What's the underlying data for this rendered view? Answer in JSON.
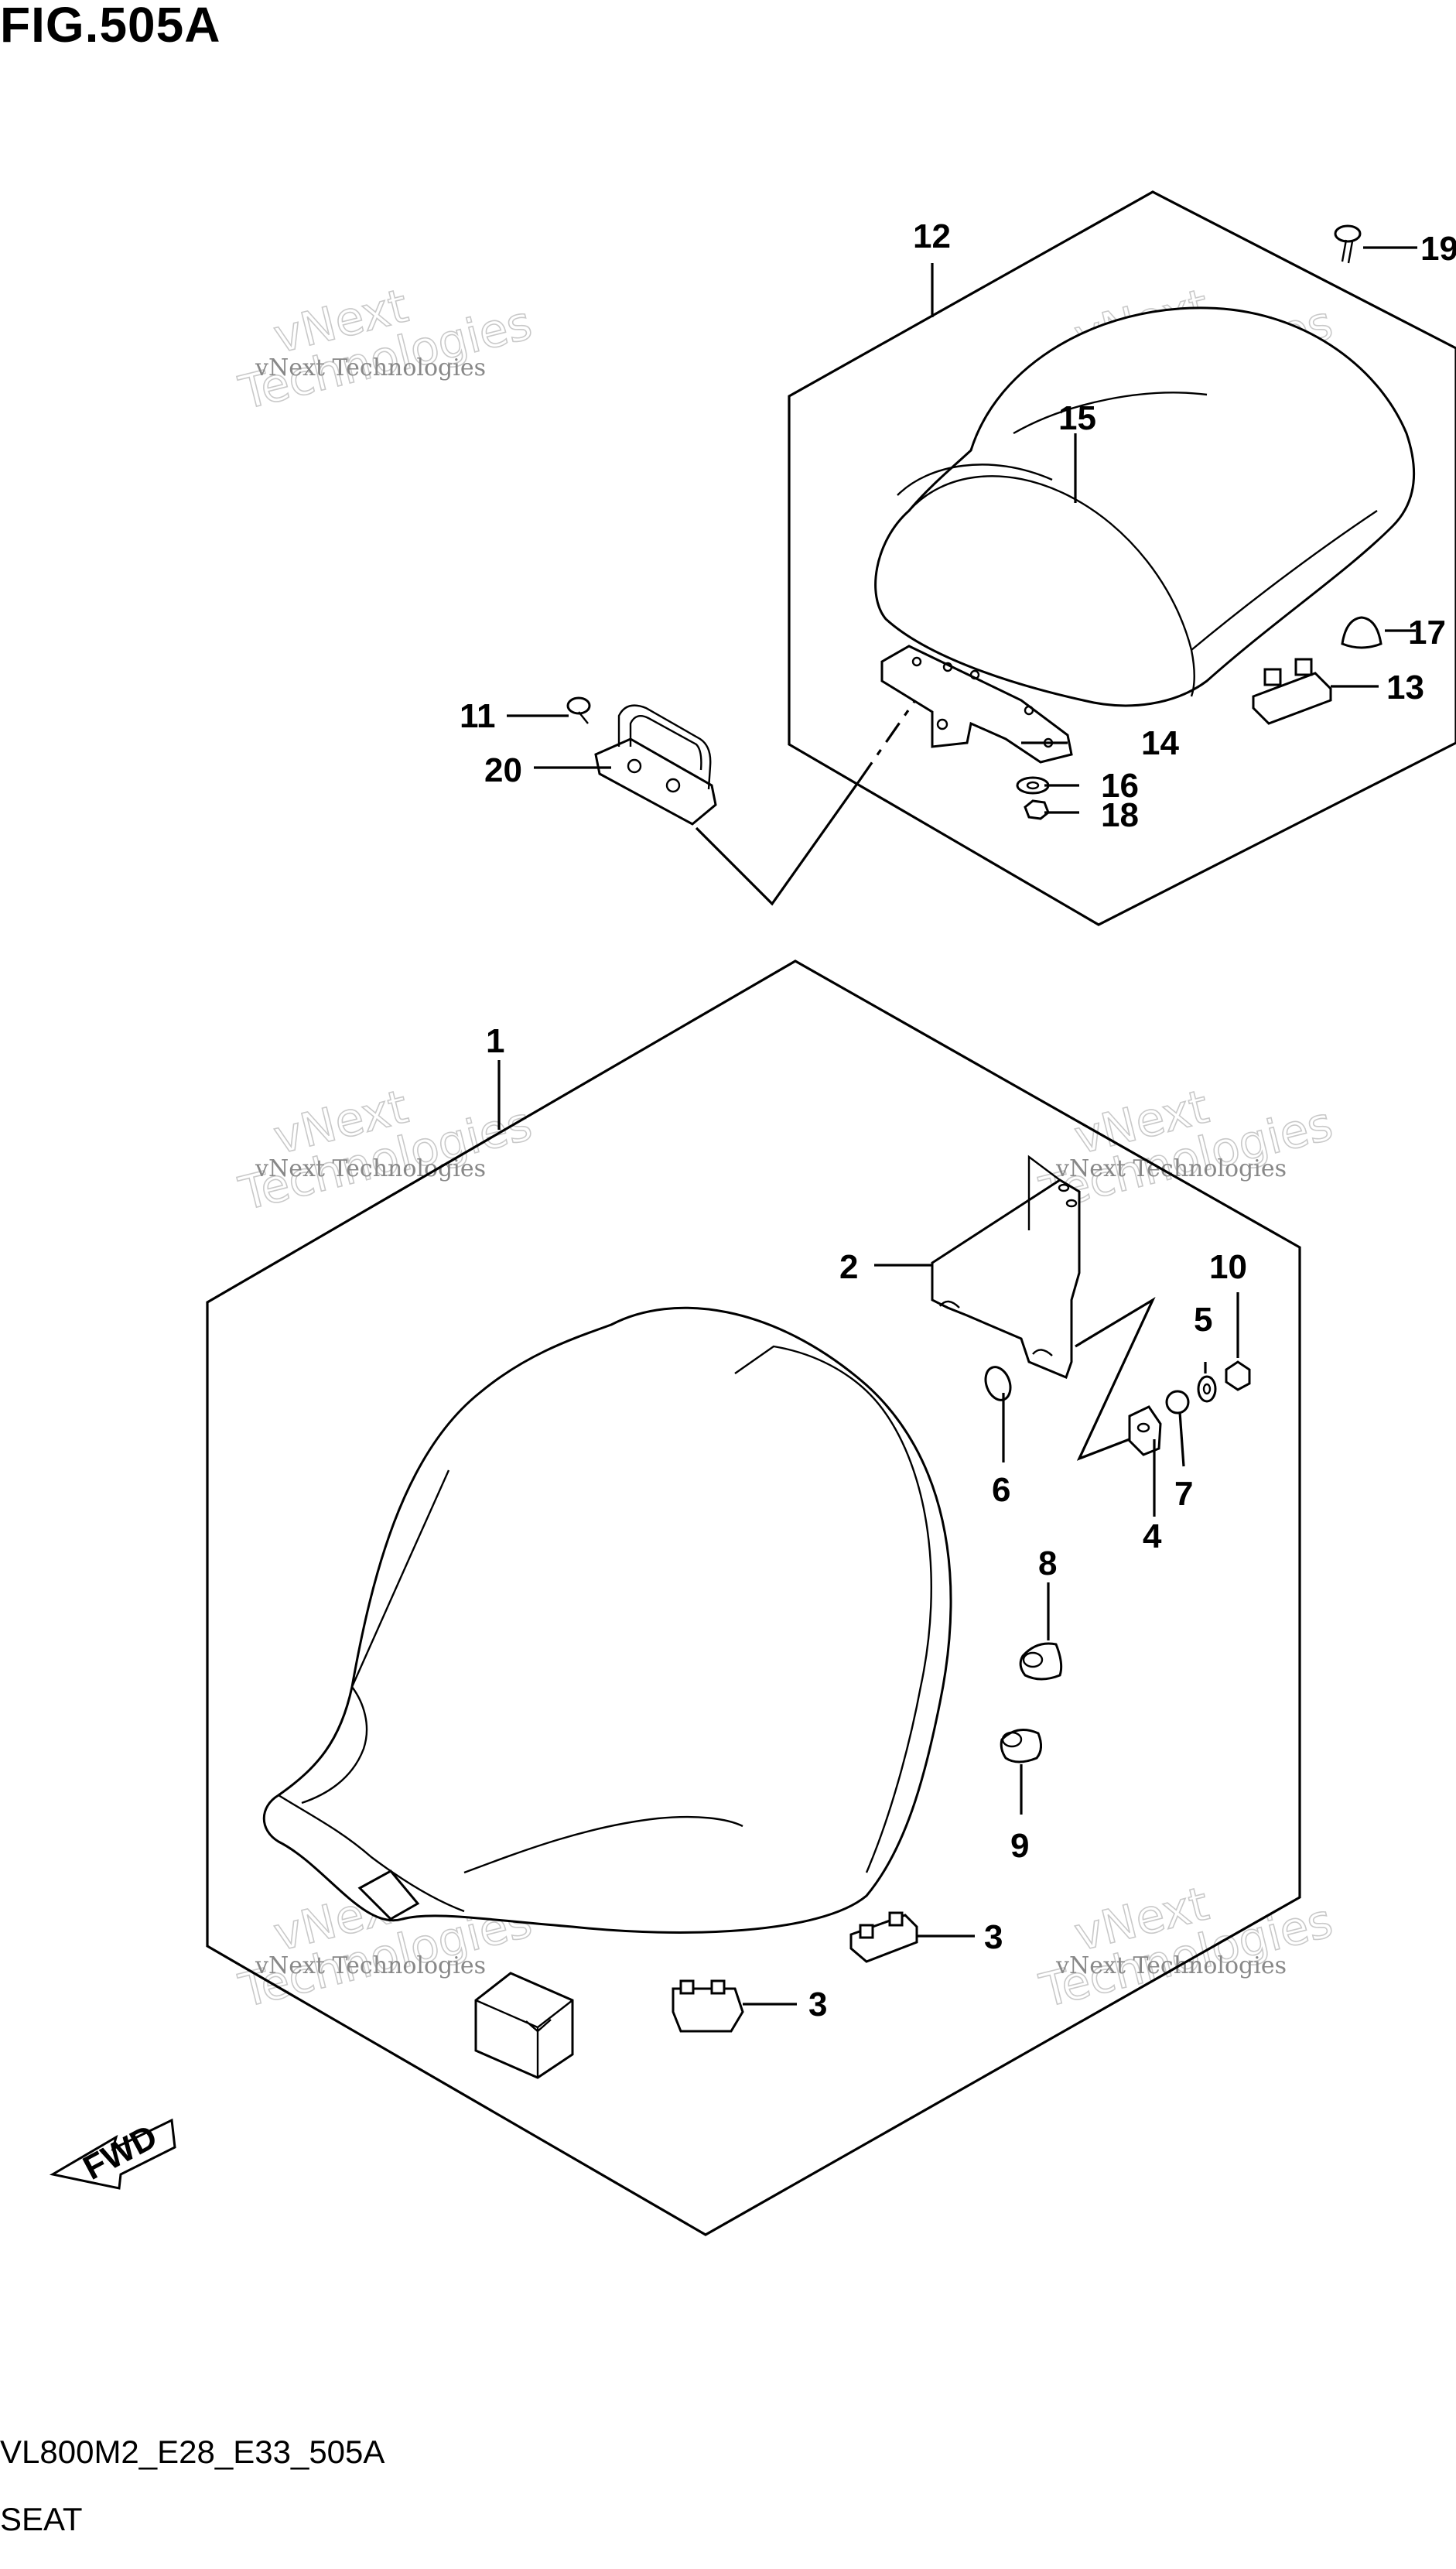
{
  "figure": {
    "title": "FIG.505A",
    "code": "VL800M2_E28_E33_505A",
    "name": "SEAT"
  },
  "callouts": [
    {
      "id": "1",
      "label": "1"
    },
    {
      "id": "2",
      "label": "2"
    },
    {
      "id": "3a",
      "label": "3"
    },
    {
      "id": "3b",
      "label": "3"
    },
    {
      "id": "4",
      "label": "4"
    },
    {
      "id": "5",
      "label": "5"
    },
    {
      "id": "6",
      "label": "6"
    },
    {
      "id": "7",
      "label": "7"
    },
    {
      "id": "8",
      "label": "8"
    },
    {
      "id": "9",
      "label": "9"
    },
    {
      "id": "10",
      "label": "10"
    },
    {
      "id": "11",
      "label": "11"
    },
    {
      "id": "12",
      "label": "12"
    },
    {
      "id": "13",
      "label": "13"
    },
    {
      "id": "14",
      "label": "14"
    },
    {
      "id": "15",
      "label": "15"
    },
    {
      "id": "16",
      "label": "16"
    },
    {
      "id": "17",
      "label": "17"
    },
    {
      "id": "18",
      "label": "18"
    },
    {
      "id": "19",
      "label": "19"
    },
    {
      "id": "20",
      "label": "20"
    }
  ],
  "watermark": {
    "small": "vNext Technologies",
    "large_line1": "vNext",
    "large_line2": "Technologies"
  },
  "fwd_arrow": {
    "label": "FWD"
  }
}
